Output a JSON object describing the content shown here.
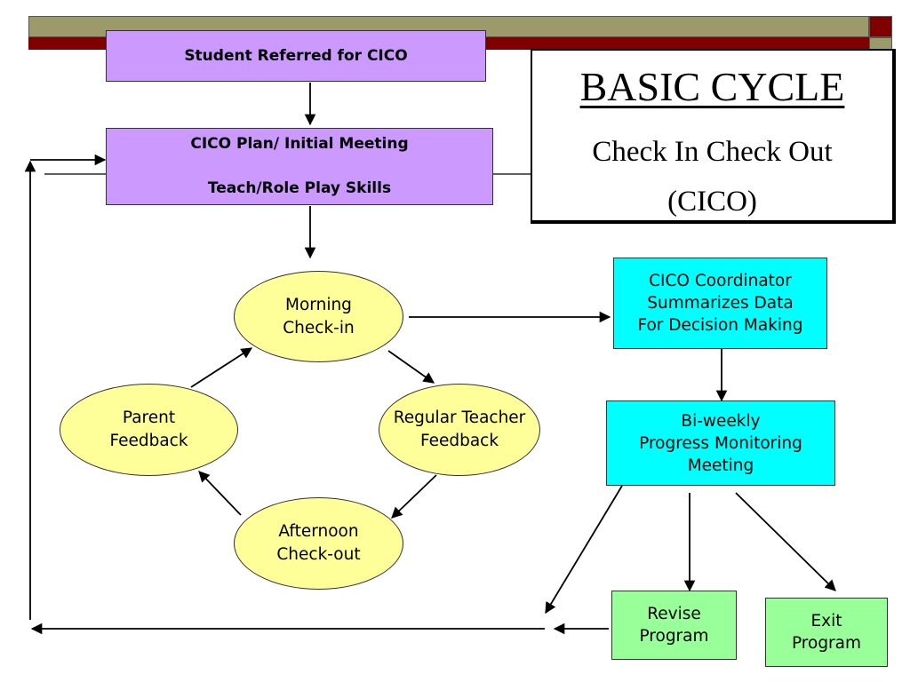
{
  "slide": {
    "title": "BASIC CYCLE",
    "subtitle_line1": "Check In Check Out",
    "subtitle_line2": "(CICO)"
  },
  "boxes": {
    "referred": "Student Referred for CICO",
    "plan_line1": "CICO Plan/ Initial Meeting",
    "plan_line2": "Teach/Role Play Skills",
    "coordinator": "CICO Coordinator\nSummarizes Data\nFor Decision Making",
    "biweekly": "Bi-weekly\nProgress Monitoring\nMeeting",
    "revise": "Revise\nProgram",
    "exit": "Exit\nProgram"
  },
  "cycle": {
    "morning": "Morning\nCheck-in",
    "teacher": "Regular Teacher\nFeedback",
    "afternoon": "Afternoon\nCheck-out",
    "parent": "Parent\nFeedback"
  },
  "colors": {
    "header_olive": "#9c9a6a",
    "header_maroon": "#800000",
    "purple_box": "#cc99ff",
    "cyan_box": "#00ffff",
    "green_box": "#99ff99",
    "ellipse_fill": "#ffff99"
  }
}
